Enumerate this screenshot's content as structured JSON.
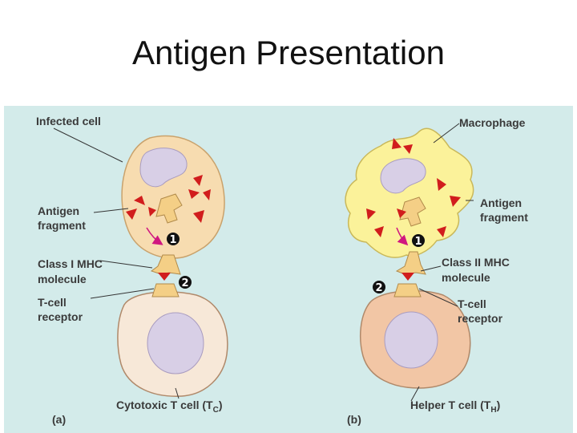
{
  "slide": {
    "title": "Antigen Presentation"
  },
  "panel_a": {
    "letter": "(a)",
    "infected_cell": "Infected cell",
    "antigen_fragment_line1": "Antigen",
    "antigen_fragment_line2": "fragment",
    "mhc_line1": "Class I MHC",
    "mhc_line2": "molecule",
    "receptor_line1": "T-cell",
    "receptor_line2": "receptor",
    "tcell_prefix": "Cytotoxic T cell (T",
    "tcell_sub": "C",
    "tcell_suffix": ")",
    "step1": "1",
    "step2": "2"
  },
  "panel_b": {
    "letter": "(b)",
    "macrophage": "Macrophage",
    "antigen_fragment_line1": "Antigen",
    "antigen_fragment_line2": "fragment",
    "mhc_line1": "Class II MHC",
    "mhc_line2": "molecule",
    "receptor_line1": "T-cell",
    "receptor_line2": "receptor",
    "tcell_prefix": "Helper T cell (T",
    "tcell_sub": "H",
    "tcell_suffix": ")",
    "step1": "1",
    "step2": "2"
  },
  "colors": {
    "panel_bg": "#d3ebea",
    "infected_cell": "#f7dcb0",
    "macrophage": "#fbf29a",
    "nucleus": "#d8cfe6",
    "antigen": "#d11d1d",
    "mhc": "#f4cf86",
    "cytotoxic_t_cell": "#f7e8d8",
    "helper_t_cell": "#f2c6a5",
    "arrow": "#d01880"
  }
}
